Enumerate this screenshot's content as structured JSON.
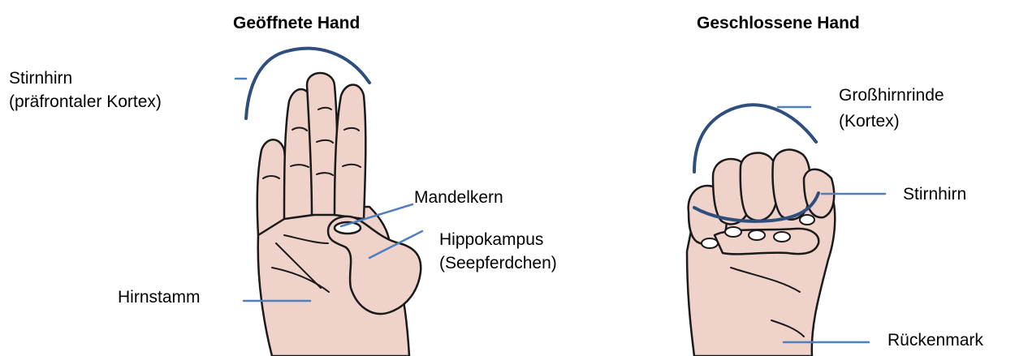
{
  "left_panel": {
    "title": "Geöffnete Hand",
    "labels": {
      "prefrontal_line1": "Stirnhirn",
      "prefrontal_line2": "(präfrontaler Kortex)",
      "amygdala": "Mandelkern",
      "hippocampus_line1": "Hippokampus",
      "hippocampus_line2": "(Seepferdchen)",
      "brainstem": "Hirnstamm"
    }
  },
  "right_panel": {
    "title": "Geschlossene Hand",
    "labels": {
      "cortex_line1": "Großhirnrinde",
      "cortex_line2": "(Kortex)",
      "forebrain": "Stirnhirn",
      "spinal_cord": "Rückenmark"
    }
  },
  "colors": {
    "skin": "#efd3ca",
    "outline": "#1a1a1a",
    "brain_arc": "#2e4f7e",
    "pointer_line": "#4f7fbd"
  }
}
